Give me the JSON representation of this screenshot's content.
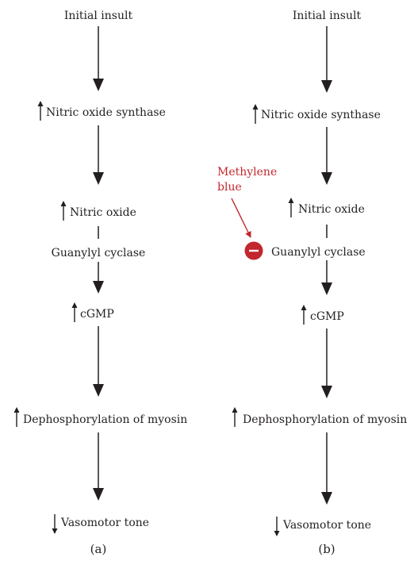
{
  "colors": {
    "text": "#231f20",
    "arrow": "#231f20",
    "inhibitor": "#c1272d"
  },
  "panel_a": {
    "label": "(a)",
    "nodes": [
      {
        "text": "Initial insult",
        "indicator": ""
      },
      {
        "text": "Nitric oxide synthase",
        "indicator": "up-arrow-icon"
      },
      {
        "text": "Nitric oxide",
        "indicator": "up-arrow-icon"
      },
      {
        "text": "Guanylyl cyclase",
        "indicator": ""
      },
      {
        "text": "cGMP",
        "indicator": "up-arrow-icon"
      },
      {
        "text": "Dephosphorylation of myosin",
        "indicator": "up-arrow-icon"
      },
      {
        "text": "Vasomotor tone",
        "indicator": "down-arrow-icon"
      }
    ]
  },
  "panel_b": {
    "label": "(b)",
    "nodes": [
      {
        "text": "Initial insult",
        "indicator": ""
      },
      {
        "text": "Nitric oxide synthase",
        "indicator": "up-arrow-icon"
      },
      {
        "text": "Nitric oxide",
        "indicator": "up-arrow-icon"
      },
      {
        "text": "Guanylyl cyclase",
        "indicator": "inhibition-icon"
      },
      {
        "text": "cGMP",
        "indicator": "up-arrow-icon"
      },
      {
        "text": "Dephosphorylation of myosin",
        "indicator": "up-arrow-icon"
      },
      {
        "text": "Vasomotor tone",
        "indicator": "down-arrow-icon"
      }
    ],
    "inhibitor": {
      "lines": [
        "Methylene",
        "blue"
      ],
      "sign": "−",
      "target": "Guanylyl cyclase"
    }
  }
}
